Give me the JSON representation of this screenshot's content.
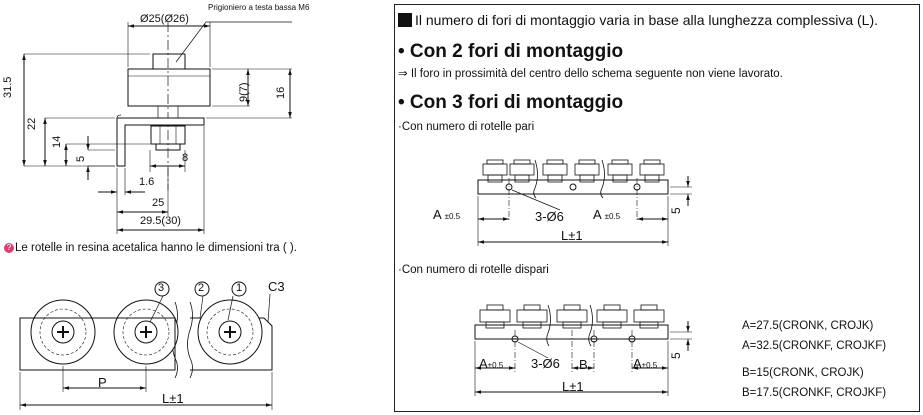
{
  "left": {
    "callout": "Prigioniero a testa bassa M6",
    "dia": "Ø25(Ø26)",
    "d_31_5": "31.5",
    "d_22": "22",
    "d_14": "14",
    "d_5": "5",
    "d_9_7": "9(7)",
    "d_16": "16",
    "d_8": "8",
    "d_1_6": "1.6",
    "d_25": "25",
    "d_29_5": "29.5(30)",
    "note_icon": "warning-icon",
    "note": "Le rotelle in resina acetalica hanno le dimensioni tra ( ).",
    "c1": "1",
    "c2": "2",
    "c3": "3",
    "chamfer": "C3",
    "pitch": "P",
    "length": "L±1"
  },
  "right": {
    "title": "Il numero di fori di montaggio varia in base alla lunghezza complessiva (L).",
    "h_two": "• Con 2 fori di montaggio",
    "two_note": "⇒ Il foro in prossimità del centro dello schema seguente non viene lavorato.",
    "h_three": "• Con 3 fori di montaggio",
    "even_label": "·Con numero di rotelle pari",
    "odd_label": "·Con numero di rotelle dispari",
    "A": "A",
    "tol": "±0.5",
    "holes": "3-Ø6",
    "five": "5",
    "L": "L±1",
    "B": "B",
    "spec_a1": "A=27.5(CRONK, CROJK)",
    "spec_a2": "A=32.5(CRONKF, CROJKF)",
    "spec_b1": "B=15(CRONK, CROJK)",
    "spec_b2": "B=17.5(CRONKF, CROJKF)"
  }
}
